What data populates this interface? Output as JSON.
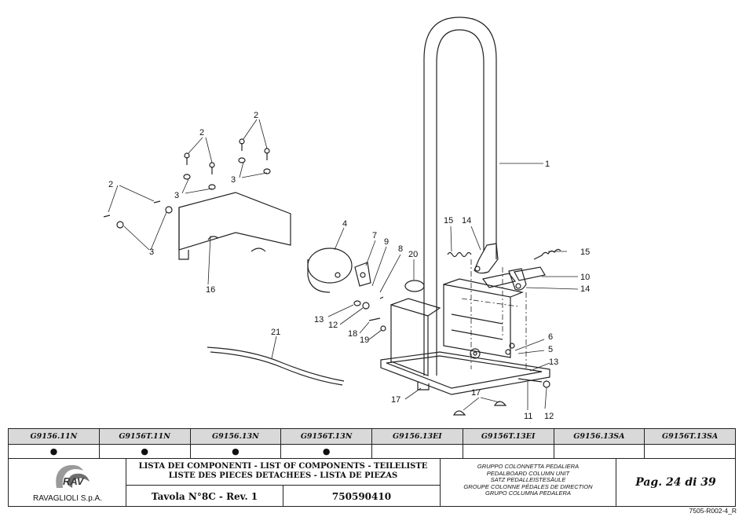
{
  "callouts": [
    {
      "id": "c1",
      "text": "1"
    },
    {
      "id": "c2a",
      "text": "2"
    },
    {
      "id": "c2b",
      "text": "2"
    },
    {
      "id": "c2c",
      "text": "2"
    },
    {
      "id": "c3a",
      "text": "3"
    },
    {
      "id": "c3b",
      "text": "3"
    },
    {
      "id": "c3c",
      "text": "3"
    },
    {
      "id": "c4",
      "text": "4"
    },
    {
      "id": "c5",
      "text": "5"
    },
    {
      "id": "c6",
      "text": "6"
    },
    {
      "id": "c7",
      "text": "7"
    },
    {
      "id": "c8",
      "text": "8"
    },
    {
      "id": "c9",
      "text": "9"
    },
    {
      "id": "c10",
      "text": "10"
    },
    {
      "id": "c11",
      "text": "11"
    },
    {
      "id": "c12a",
      "text": "12"
    },
    {
      "id": "c12b",
      "text": "12"
    },
    {
      "id": "c13a",
      "text": "13"
    },
    {
      "id": "c13b",
      "text": "13"
    },
    {
      "id": "c14a",
      "text": "14"
    },
    {
      "id": "c14b",
      "text": "14"
    },
    {
      "id": "c15a",
      "text": "15"
    },
    {
      "id": "c15b",
      "text": "15"
    },
    {
      "id": "c16",
      "text": "16"
    },
    {
      "id": "c17a",
      "text": "17"
    },
    {
      "id": "c17b",
      "text": "17"
    },
    {
      "id": "c18",
      "text": "18"
    },
    {
      "id": "c19",
      "text": "19"
    },
    {
      "id": "c20",
      "text": "20"
    },
    {
      "id": "c21",
      "text": "21"
    }
  ],
  "models": {
    "headers": [
      "G9156.11N",
      "G9156T.11N",
      "G9156.13N",
      "G9156T.13N",
      "G9156.13EI",
      "G9156T.13EI",
      "G9156.13SA",
      "G9156T.13SA"
    ],
    "marks": [
      "●",
      "●",
      "●",
      "●",
      "",
      "",
      "",
      ""
    ]
  },
  "title_block": {
    "company": "RAVAGLIOLI S.p.A.",
    "logo_text": "RAV",
    "list_title_line1": "LISTA DEI COMPONENTI - LIST OF COMPONENTS - TEILELISTE",
    "list_title_line2": "LISTE DES PIECES DETACHEES - LISTA DE PIEZAS",
    "table_label": "Tavola N°8C - Rev. 1",
    "code": "750590410",
    "group_lines": [
      "GRUPPO COLONNETTA PEDALIERA",
      "PEDALBOARD COLUMN UNIT",
      "SATZ PEDALLEISTESÄULE",
      "GROUPE COLONNE PÉDALES DE DIRECTION",
      "GRUPO COLUMNA PEDALERA"
    ],
    "page": "Pag. 24 di 39"
  },
  "doc_ref": "7505-R002-4_R"
}
